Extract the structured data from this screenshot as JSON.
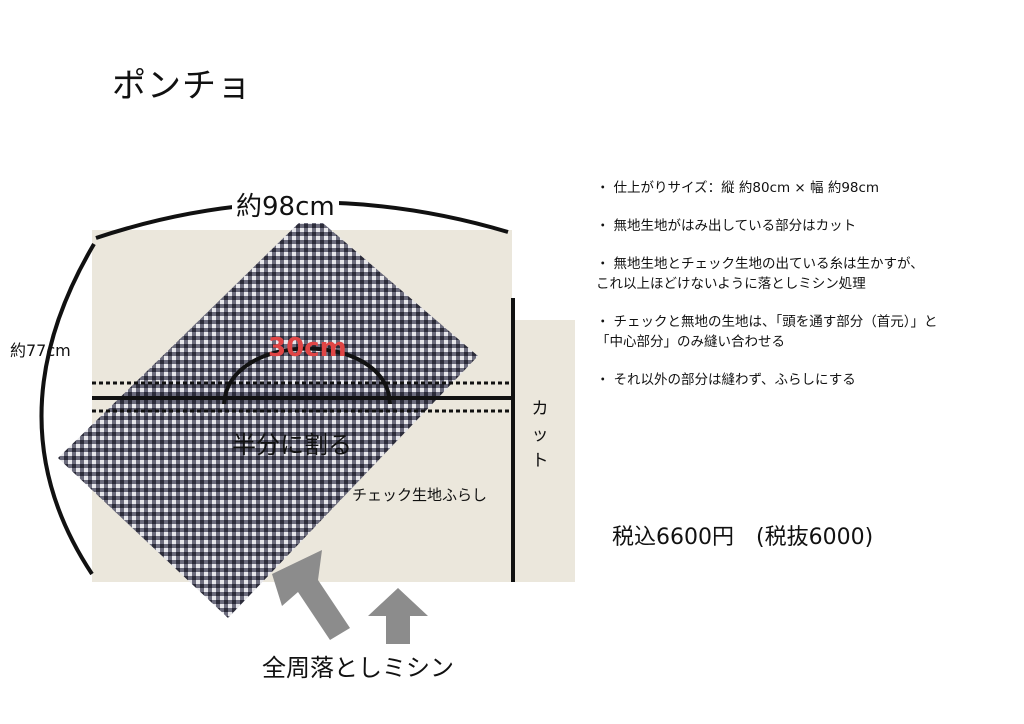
{
  "title": "ポンチョ",
  "diagram": {
    "width_label": "約98cm",
    "height_label": "約77cm",
    "center_label": "30cm",
    "split_label": "半分に割る",
    "cut_label": "カット",
    "check_label": "チェック生地ふらし",
    "sewing_label": "全周落としミシン",
    "colors": {
      "accent": "#e04545",
      "plain_fabric": "#ebe7dc",
      "check_fabric": "#3a3a4a",
      "arrow": "#8c8c8c"
    }
  },
  "notes": [
    {
      "bullet": "・",
      "text": "仕上がりサイズ：縦 約80cm × 幅 約98cm"
    },
    {
      "bullet": "・",
      "text": "無地生地がはみ出している部分はカット"
    },
    {
      "bullet": "・",
      "text": "無地生地とチェック生地の出ている糸は生かすが、\nこれ以上ほどけないように落としミシン処理"
    },
    {
      "bullet": "・",
      "text": "チェックと無地の生地は、「頭を通す部分（首元）」と\n「中心部分」のみ縫い合わせる"
    },
    {
      "bullet": "・",
      "text": "それ以外の部分は縫わず、ふらしにする"
    }
  ],
  "price": {
    "tax_included": "税込6600円",
    "tax_excluded": "(税抜6000)"
  }
}
